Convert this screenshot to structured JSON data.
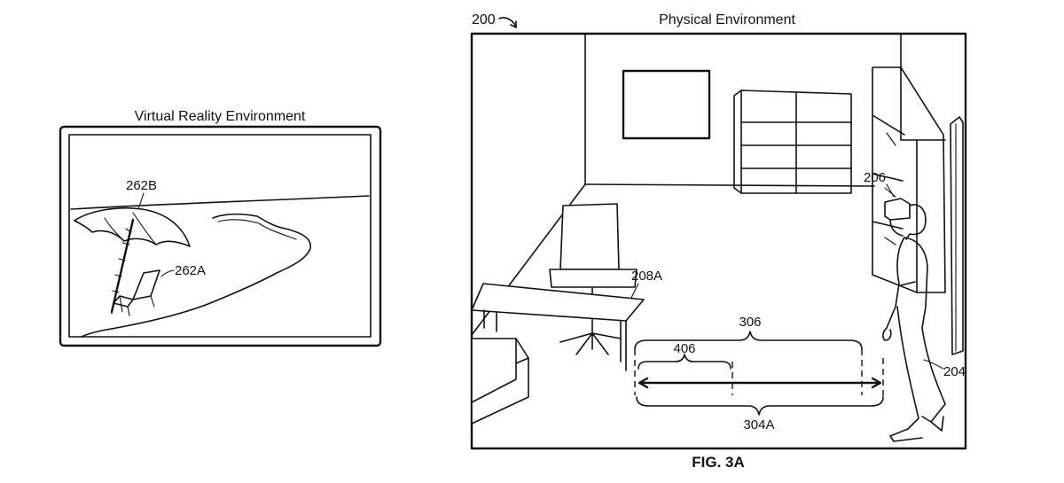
{
  "vr": {
    "title": "Virtual Reality Environment",
    "label_umbrella": "262B",
    "label_chair": "262A"
  },
  "physical": {
    "ref": "200",
    "title": "Physical Environment",
    "label_headset": "206",
    "label_desk": "208A",
    "label_outer_brace": "306",
    "label_inner_brace": "406",
    "label_lower_brace": "304A",
    "label_user": "204"
  },
  "caption": "FIG. 3A"
}
